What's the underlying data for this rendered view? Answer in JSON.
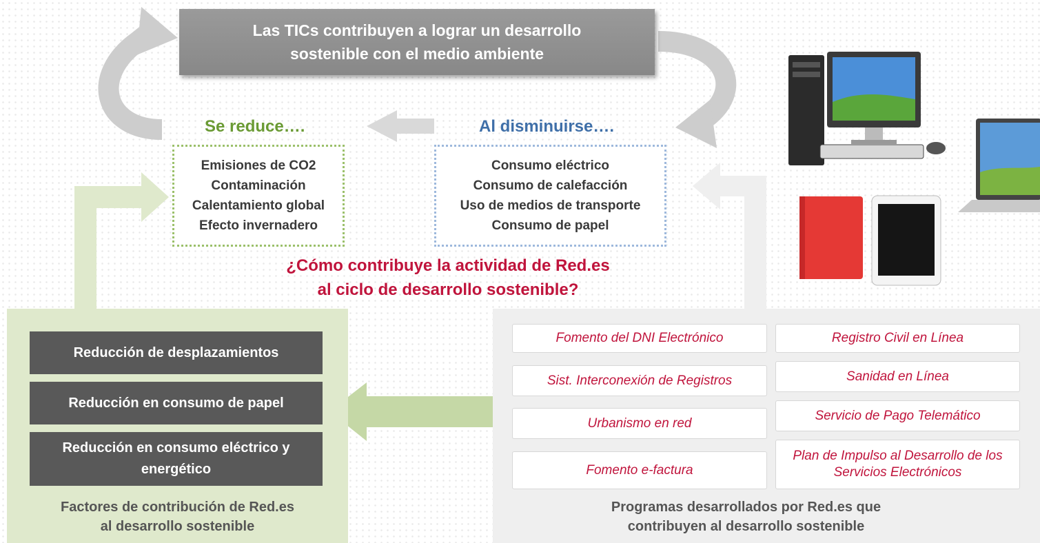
{
  "top_box": {
    "line1": "Las TICs contribuyen a lograr un desarrollo",
    "line2": "sostenible con el medio ambiente"
  },
  "reduce": {
    "heading": "Se reduce….",
    "items": [
      "Emisiones de CO2",
      "Contaminación",
      "Calentamiento global",
      "Efecto invernadero"
    ]
  },
  "decrease": {
    "heading": "Al disminuirse….",
    "items": [
      "Consumo eléctrico",
      "Consumo de calefacción",
      "Uso de medios de transporte",
      "Consumo de papel"
    ]
  },
  "question": {
    "line1": "¿Cómo contribuye la actividad de Red.es",
    "line2": "al ciclo de desarrollo sostenible?"
  },
  "factors": {
    "items": [
      "Reducción de desplazamientos",
      "Reducción en consumo de papel",
      "Reducción en consumo eléctrico  y energético"
    ],
    "caption_line1": "Factores de contribución de Red.es",
    "caption_line2": "al desarrollo sostenible"
  },
  "programs": {
    "items": [
      "Fomento del DNI  Electrónico",
      "Registro Civil en Línea",
      "Sist. Interconexión de Registros",
      "Sanidad en Línea",
      "Urbanismo en red",
      "Servicio de Pago Telemático",
      "Fomento e-factura",
      "Plan de Impulso al Desarrollo de los Servicios Electrónicos"
    ],
    "caption_line1": "Programas desarrollados por Red.es que",
    "caption_line2": "contribuyen al desarrollo sostenible"
  },
  "icons": [
    "desktop-computer-icon",
    "laptop-icon",
    "red-folder-icon",
    "tablet-icon"
  ],
  "colors": {
    "green_heading": "#6a9a34",
    "blue_heading": "#3f6fa8",
    "question_red": "#c0143c",
    "dark_box": "#595959",
    "top_box": "#8f8f8f",
    "green_panel": "#dfe9cc",
    "gray_panel": "#efefef"
  }
}
